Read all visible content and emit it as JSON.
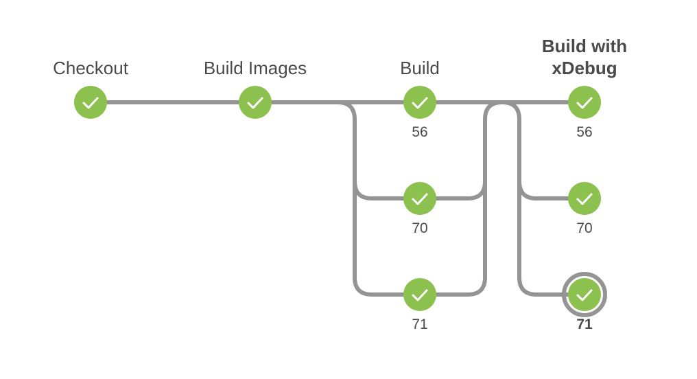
{
  "stages": [
    {
      "id": "checkout",
      "title": "Checkout",
      "title_lines": [
        "Checkout"
      ],
      "bold": false,
      "nodes": [
        {
          "label": "",
          "status": "success",
          "selected": false
        }
      ]
    },
    {
      "id": "build-images",
      "title": "Build Images",
      "title_lines": [
        "Build Images"
      ],
      "bold": false,
      "nodes": [
        {
          "label": "",
          "status": "success",
          "selected": false
        }
      ]
    },
    {
      "id": "build",
      "title": "Build",
      "title_lines": [
        "Build"
      ],
      "bold": false,
      "nodes": [
        {
          "label": "56",
          "status": "success",
          "selected": false
        },
        {
          "label": "70",
          "status": "success",
          "selected": false
        },
        {
          "label": "71",
          "status": "success",
          "selected": false
        }
      ]
    },
    {
      "id": "build-with-xdebug",
      "title": "Build with xDebug",
      "title_lines": [
        "Build with",
        "xDebug"
      ],
      "bold": true,
      "nodes": [
        {
          "label": "56",
          "status": "success",
          "selected": false
        },
        {
          "label": "70",
          "status": "success",
          "selected": false
        },
        {
          "label": "71",
          "status": "success",
          "selected": true
        }
      ]
    }
  ],
  "colors": {
    "success": "#8cc04f",
    "connector": "#949494",
    "text": "#4a4a4a"
  },
  "icons": {
    "success": "checkmark-icon"
  }
}
